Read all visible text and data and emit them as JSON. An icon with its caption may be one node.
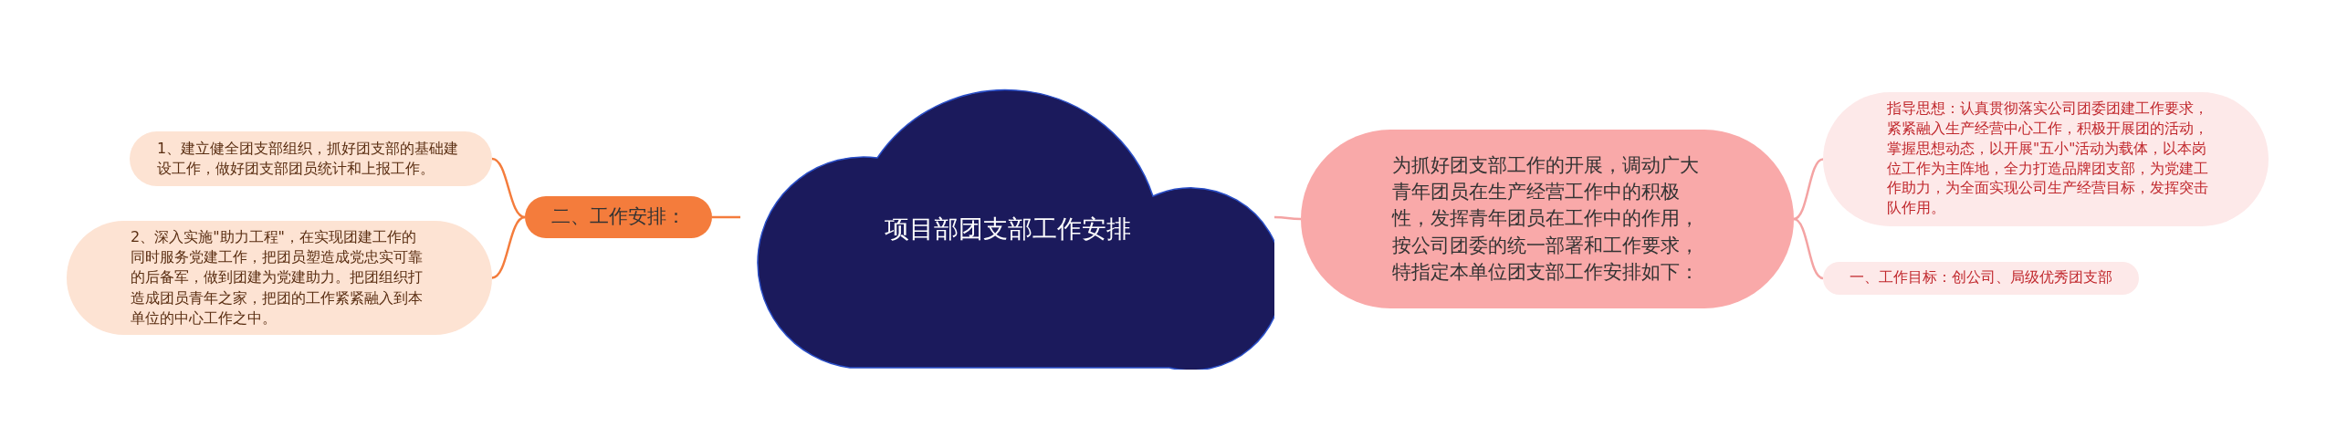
{
  "diagram": {
    "nodes": [
      {
        "text": [
          "项目部团支部工作安排"
        ]
      },
      {
        "text": [
          "为抓好团支部工作的开展，调动广大青年团员在生产经营工作中的积极性，发挥青年团员在工作中的作用，按公司团委的统一部署和工作要求，特指定本单位团支部工作安排如下："
        ]
      },
      {
        "text": [
          "指导思想：认真贯彻落实公司团委团建工作要求，紧紧融入生产经营中心工作，积极开展团的活动，掌握思想动态，以开展\"五小\"活动为载体，以本岗位工作为主阵地，全力打造品牌团支部，为党建工作助力，为全面实现公司生产经营目标，发挥突击队作用。"
        ]
      },
      {
        "text": [
          "一、工作目标：创公司、局级优秀团支部"
        ]
      },
      {
        "text": [
          "二、工作安排："
        ]
      },
      {
        "text": [
          "1、建立健全团支部组织，抓好团支部的基础建设工作，做好团支部团员统计和上报工作。"
        ]
      },
      {
        "text": [
          "2、深入实施\"助力工程\"，在实现团建工作的同时服务党建工作，把团员塑造成党忠实可靠的后备军，做到团建为党建助力。把团组织打造成团员青年之家，把团的工作紧紧融入到本单位的中心工作之中。"
        ]
      }
    ],
    "edges": [
      {
        "from": 0,
        "to": 1,
        "arrow": "none",
        "color": "#f4a3a3"
      },
      {
        "from": 1,
        "to": 2,
        "arrow": "none",
        "color": "#f4a3a3"
      },
      {
        "from": 1,
        "to": 3,
        "arrow": "none",
        "color": "#f4a3a3"
      },
      {
        "from": 0,
        "to": 4,
        "arrow": "none",
        "color": "#f47c3c"
      },
      {
        "from": 4,
        "to": 5,
        "arrow": "none",
        "color": "#f47c3c"
      },
      {
        "from": 4,
        "to": 6,
        "arrow": "none",
        "color": "#f47c3c"
      }
    ]
  }
}
